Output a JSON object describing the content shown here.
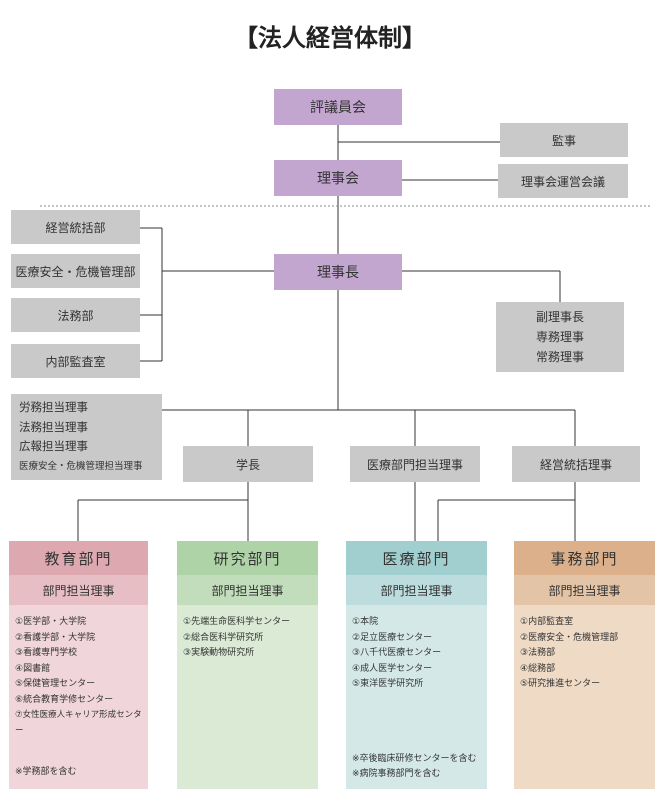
{
  "title": "【法人経営体制】",
  "top": {
    "council": "評議員会",
    "auditor": "監事",
    "board": "理事会",
    "board_meeting": "理事会運営会議",
    "chairman": "理事長"
  },
  "left_units": [
    "経営統括部",
    "医療安全・危機管理部",
    "法務部",
    "内部監査室"
  ],
  "vice": [
    "副理事長",
    "専務理事",
    "常務理事"
  ],
  "left_directors": [
    "労務担当理事",
    "法務担当理事",
    "広報担当理事",
    "医療安全・危機管理担当理事"
  ],
  "mid": {
    "president": "学長",
    "medical_director": "医療部門担当理事",
    "management_director": "経営統括理事"
  },
  "colors": {
    "purple": "#c3a6d0",
    "gray": "#c9c9c9",
    "edu_head": "#dda8b0",
    "edu_sub": "#e6bec4",
    "edu_body": "#f0d6da",
    "res_head": "#aed3a6",
    "res_sub": "#c2ddbb",
    "res_body": "#dbead5",
    "med_head": "#a1cfcf",
    "med_sub": "#bcdcdd",
    "med_body": "#d4e8e8",
    "off_head": "#dbb08a",
    "off_sub": "#e4c4a7",
    "off_body": "#efdac6"
  },
  "departments": [
    {
      "name": "教育部門",
      "sub": "部門担当理事",
      "items": [
        "①医学部・大学院",
        "②看護学部・大学院",
        "③看護専門学校",
        "④図書館",
        "⑤保健管理センター",
        "⑥統合教育学修センター",
        "⑦女性医療人キャリア形成センター"
      ],
      "notes": [
        "※学務部を含む"
      ]
    },
    {
      "name": "研究部門",
      "sub": "部門担当理事",
      "items": [
        "①先端生命医科学センター",
        "②総合医科学研究所",
        "③実験動物研究所"
      ],
      "notes": []
    },
    {
      "name": "医療部門",
      "sub": "部門担当理事",
      "items": [
        "①本院",
        "②足立医療センター",
        "③八千代医療センター",
        "④成人医学センター",
        "⑤東洋医学研究所"
      ],
      "notes": [
        "※卒後臨床研修センターを含む",
        "※病院事務部門を含む"
      ]
    },
    {
      "name": "事務部門",
      "sub": "部門担当理事",
      "items": [
        "①内部監査室",
        "②医療安全・危機管理部",
        "③法務部",
        "④総務部",
        "⑤研究推進センター"
      ],
      "notes": []
    }
  ]
}
